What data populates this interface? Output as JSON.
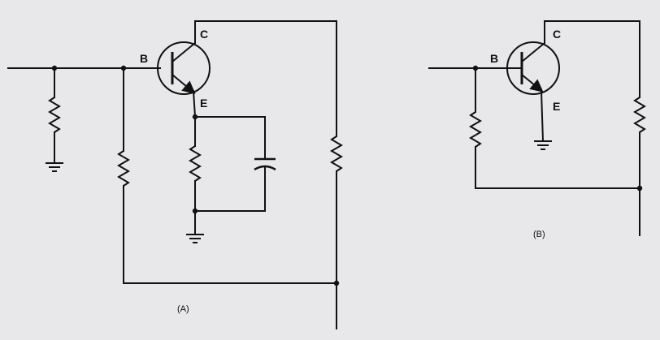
{
  "diagram": {
    "circuit_a": {
      "label_b": "B",
      "label_c": "C",
      "label_e": "E",
      "caption": "(A)"
    },
    "circuit_b": {
      "label_b": "B",
      "label_c": "C",
      "label_e": "E",
      "caption": "(B)"
    },
    "colors": {
      "background": "#e8e8ea",
      "ink": "#111111"
    }
  }
}
